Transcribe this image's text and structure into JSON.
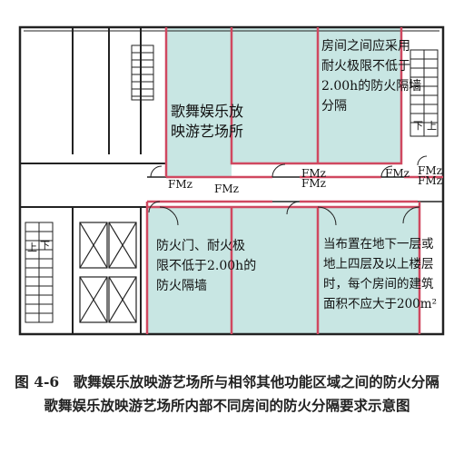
{
  "rooms": {
    "ktv_label": "歌舞娱乐放\n映游艺场所",
    "top_right_note": "房间之间应采用\n耐火极限不低于\n2.00h的防火隔墙\n分隔",
    "door_note": "防火门、耐火极\n限不低于2.00h的\n防火隔墙",
    "bottom_right_note": "当布置在地下一层或\n地上四层及以上楼层\n时，每个房间的建筑\n面积不应大于200m²"
  },
  "doors": {
    "fmz_1": "FMz",
    "fmz_2": "FMz",
    "fmz_3": "FMz\nFMz",
    "fmz_4": "FMz",
    "fmz_5": "FMz\nFMz"
  },
  "stairs": {
    "left_down": "下",
    "left_up": "上",
    "right_down": "下",
    "right_up": "上"
  },
  "caption": {
    "line1": "图 4-6　歌舞娱乐放映游艺场所与相邻其他功能区域之间的防火分隔",
    "line2": "歌舞娱乐放映游艺场所内部不同房间的防火分隔要求示意图"
  },
  "colors": {
    "room_fill": "#c8e6e3",
    "fire_wall": "#d04860",
    "wall": "#222222"
  }
}
